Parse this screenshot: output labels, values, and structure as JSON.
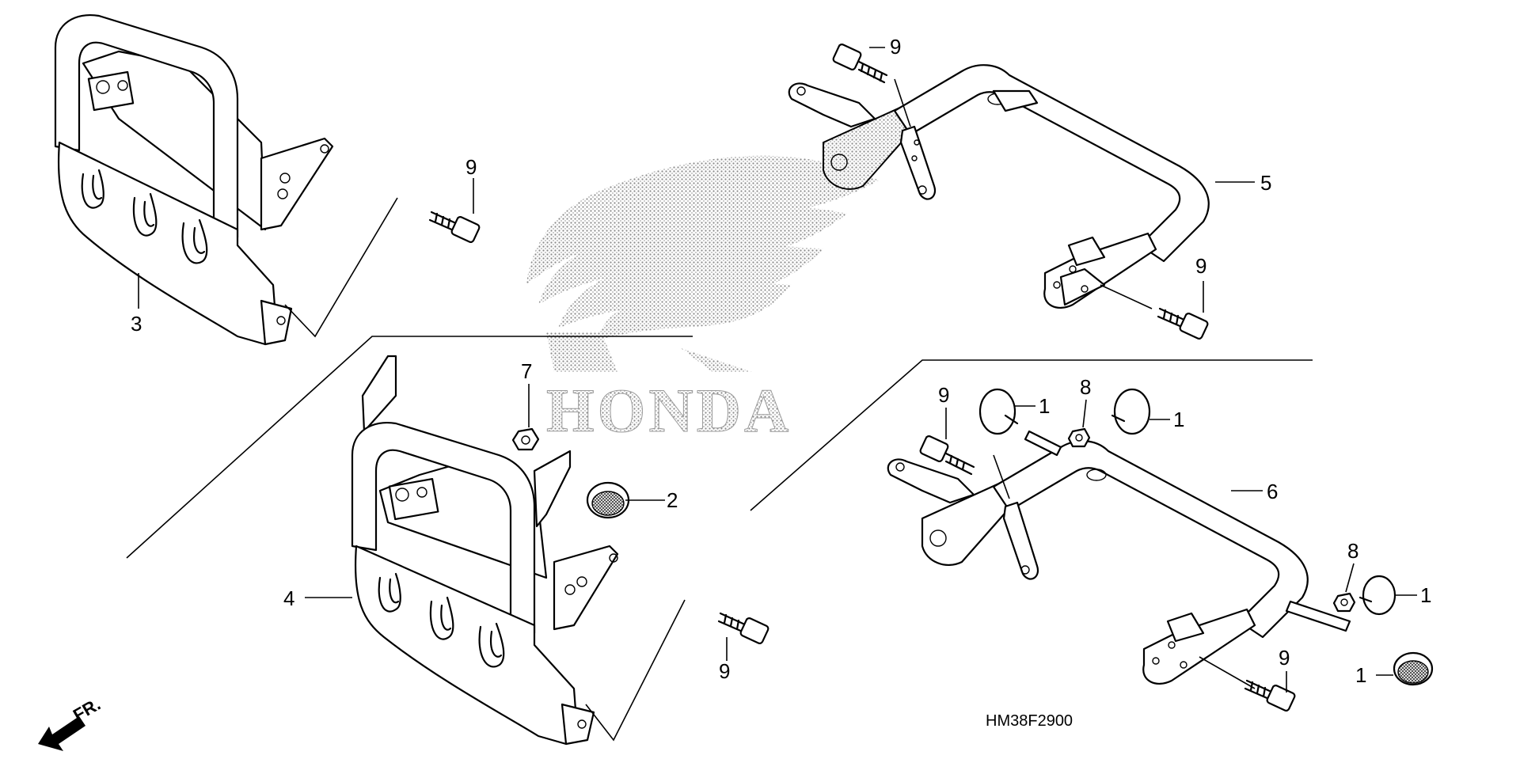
{
  "diagram": {
    "brand_watermark": "HONDA",
    "diagram_code": "HM38F2900",
    "front_indicator": "FR."
  },
  "callouts": {
    "c3": "3",
    "c4": "4",
    "c5": "5",
    "c6": "6",
    "c7": "7",
    "c2": "2",
    "c9a": "9",
    "c9b": "9",
    "c9c": "9",
    "c9d": "9",
    "c9e": "9",
    "c9f": "9",
    "c8a": "8",
    "c8b": "8",
    "c1a": "1",
    "c1b": "1",
    "c1c": "1",
    "c1d": "1"
  },
  "colors": {
    "ink": "#000000",
    "background": "#ffffff",
    "watermark": "#9a9a9a"
  }
}
